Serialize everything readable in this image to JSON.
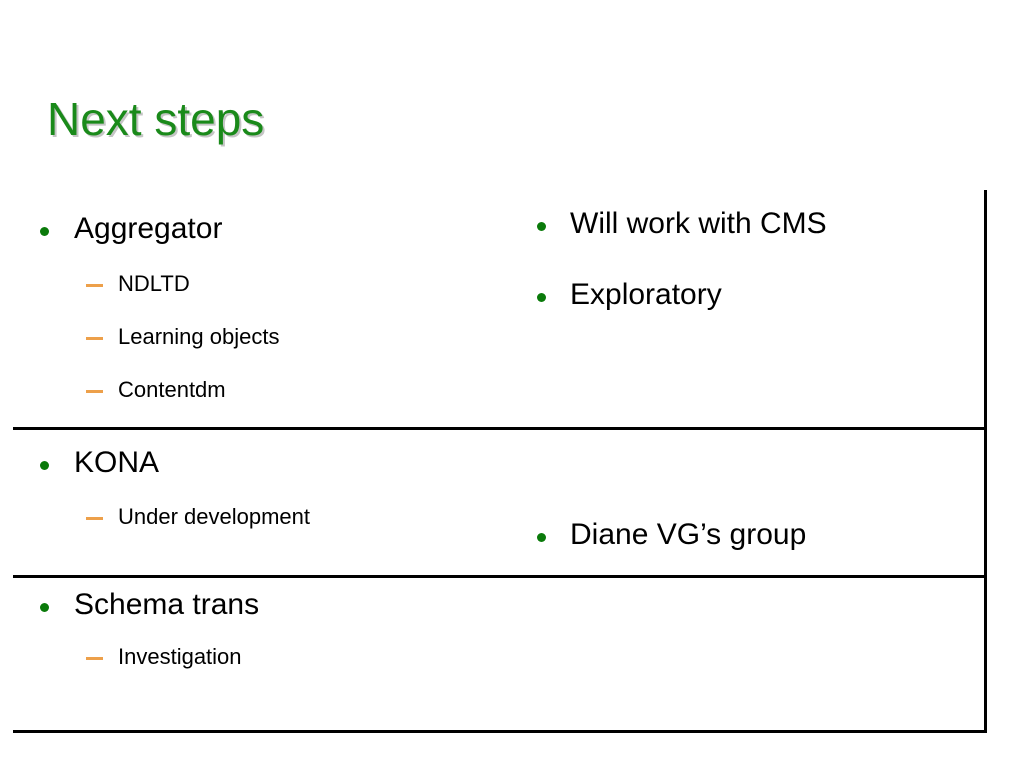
{
  "slide": {
    "title": "Next steps",
    "title_color": "#1a8a1a",
    "background_color": "#ffffff",
    "text_color": "#000000",
    "level1_bullet_color": "#0a7a0a",
    "level2_bullet_color": "#eda04a",
    "border_color": "#000000"
  },
  "table": {
    "rows": [
      {
        "left": {
          "items": [
            {
              "label": "Aggregator",
              "level": 1,
              "children": [
                {
                  "label": "NDLTD",
                  "level": 2
                },
                {
                  "label": "Learning objects",
                  "level": 2
                },
                {
                  "label": "Contentdm",
                  "level": 2
                }
              ]
            }
          ]
        },
        "right": {
          "items": [
            {
              "label": "Will work with CMS",
              "level": 1
            },
            {
              "label": "Exploratory",
              "level": 1
            }
          ]
        }
      },
      {
        "left": {
          "items": [
            {
              "label": "KONA",
              "level": 1,
              "children": [
                {
                  "label": "Under development",
                  "level": 2
                }
              ]
            }
          ]
        },
        "right": {
          "items": [
            {
              "label": "Diane VG’s group",
              "level": 1
            }
          ]
        }
      },
      {
        "left": {
          "items": [
            {
              "label": "Schema trans",
              "level": 1,
              "children": [
                {
                  "label": "Investigation",
                  "level": 2
                }
              ]
            }
          ]
        },
        "right": {
          "items": []
        }
      }
    ]
  }
}
